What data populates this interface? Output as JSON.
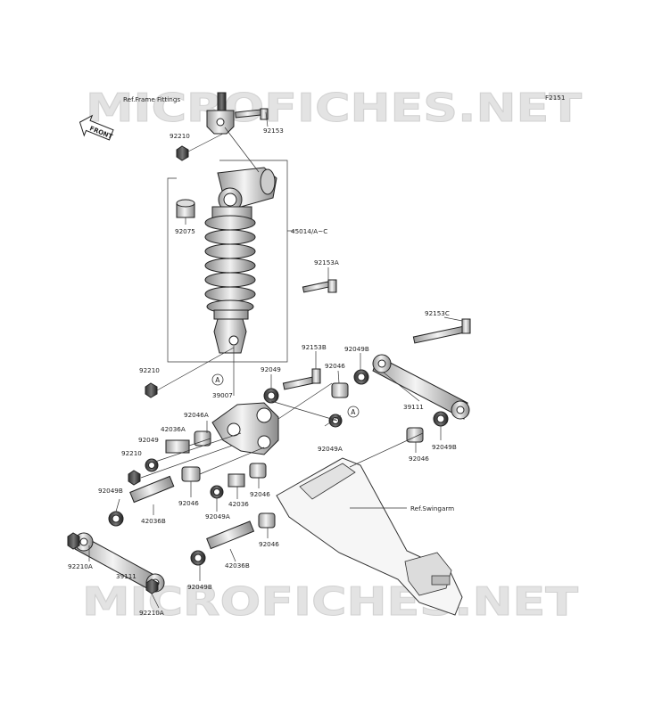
{
  "watermark": "MICROFICHES.NET",
  "diagram_code": "F2151",
  "front_label": "FRONT",
  "references": {
    "frame_fittings": "Ref.Frame Fittings",
    "swingarm": "Ref.Swingarm"
  },
  "callout_marker": "A",
  "parts": {
    "p92210_top": "92210",
    "p92153": "92153",
    "p92075": "92075",
    "p45014": "45014/A~C",
    "p92153A": "92153A",
    "p92210_mid": "92210",
    "p92153C": "92153C",
    "p92153B": "92153B",
    "p92049B_top": "92049B",
    "p92049": "92049",
    "p92046_top": "92046",
    "p39007": "39007",
    "p39111_right": "39111",
    "p92046A": "92046A",
    "p42036A": "42036A",
    "p92049_left": "92049",
    "p92049A_right": "92049A",
    "p92049B_right": "92049B",
    "p92210_left": "92210",
    "p92046_right": "92046",
    "p92046_mid": "92046",
    "p42036": "42036",
    "p92046_center": "92046",
    "p92049B_left": "92049B",
    "p42036B_left": "42036B",
    "p92049A_center": "92049A",
    "p92046_low": "92046",
    "p92210A_left": "92210A",
    "p39111_left": "39111",
    "p42036B_low": "42036B",
    "p92049B_low": "92049B",
    "p92210A_bottom": "92210A"
  }
}
